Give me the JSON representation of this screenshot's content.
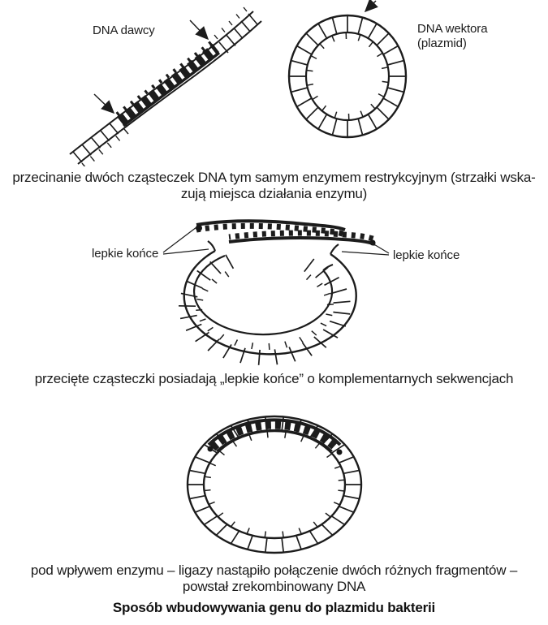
{
  "colors": {
    "ink": "#1c1c1c",
    "background": "#ffffff"
  },
  "panel1": {
    "donor_label": "DNA dawcy",
    "vector_label": "DNA wektora\n(plazmid)",
    "caption": "przecinanie dwóch cząsteczek DNA tym samym enzymem restrykcyjnym (strzałki wska-\nzują miejsca działania enzymu)"
  },
  "panel2": {
    "sticky_left_label": "lepkie końce",
    "sticky_right_label": "lepkie końce",
    "caption": "przecięte cząsteczki posiadają „lepkie końce” o komplementarnych sekwencjach"
  },
  "panel3": {
    "caption": "pod wpływem enzymu – ligazy nastąpiło połączenie dwóch różnych fragmentów –\npowstał zrekombinowany DNA"
  },
  "title": "Sposób wbudowywania genu do plazmidu bakterii"
}
